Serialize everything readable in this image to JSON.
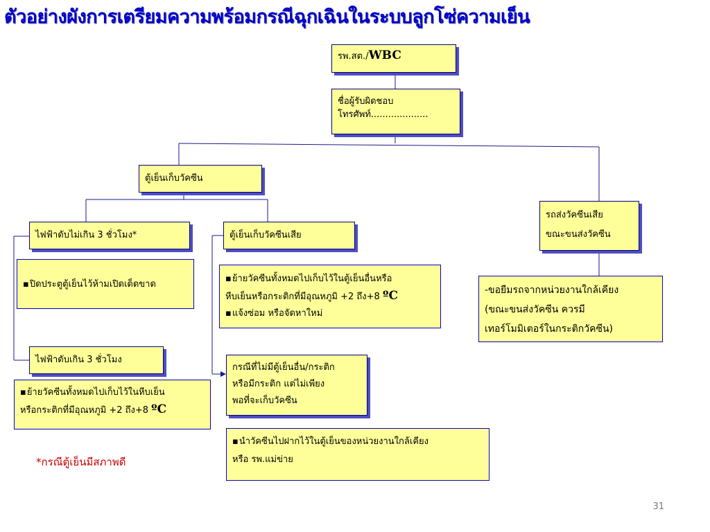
{
  "title": "ตัวอย่างผังการเตรียมความพร้อมกรณีฉุกเฉินในระบบลูกโซ่ความเย็น",
  "boxes": {
    "facility": {
      "text": "รพ.สต./",
      "emph": "WBC"
    },
    "contact": {
      "line1": "ชื่อผู้รับผิดชอบ",
      "line2": "โทรศัพท์...................."
    },
    "fridge": "ตู้เย็นเก็บวัคซีน",
    "outage_short": "ไฟฟ้าดับไม่เกิน 3 ชั่วโมง*",
    "outage_short_action": "ปิดประตูตู้เย็นไว้ห้ามเปิดเด็ดขาด",
    "outage_long": "ไฟฟ้าดับเกิน 3 ชั่วโมง",
    "outage_long_action": {
      "line1": "ย้ายวัคซีนทั้งหมดไปเก็บไว้ในหีบเย็น",
      "line2": "หรือกระติกที่มีอุณหภูมิ +2 ถึง+8 ",
      "unit": "ºC"
    },
    "broken_fridge": "ตู้เย็นเก็บวัคซีนเสีย",
    "broken_fridge_action": {
      "line1": "ย้ายวัคซีนทั้งหมดไปเก็บไว้ในตู้เย็นอื่นหรือ",
      "line2": "หีบเย็นหรือกระติกที่มีอุณหภูมิ +2 ถึง+8 ",
      "unit": "ºC",
      "line3": "แจ้งซ่อม หรือจัดหาใหม่"
    },
    "no_storage": {
      "line1": "กรณีที่ไม่มีตู้เย็นอื่น/กระติก",
      "line2": "หรือมีกระติก แต่ไม่เพียง",
      "line3": "พอที่จะเก็บวัคซีน"
    },
    "no_storage_action": {
      "line1": "นำวัคซีนไปฝากไว้ในตู้เย็นของหน่วยงานใกล้เคียง",
      "line2": "หรือ รพ.แม่ข่าย"
    },
    "truck": {
      "line1": "รถส่งวัคซีนเสีย",
      "line2": "ขณะขนส่งวัคซีน"
    },
    "truck_action": {
      "line1": "-ขอยืมรถจากหน่วยงานใกล้เคียง",
      "line2": "(ขณะขนส่งวัคซีน ควรมี",
      "line3": "เทอร์โมมิเตอร์ในกระติกวัคซีน)"
    }
  },
  "footnote": "*กรณีตู้เย็นมีสภาพดี",
  "page_number": "31",
  "colors": {
    "title": "#0000cc",
    "box_fill": "#ffff99",
    "box_shadow": "#4d4dc4",
    "connector": "#000080",
    "note": "#cc0000"
  }
}
